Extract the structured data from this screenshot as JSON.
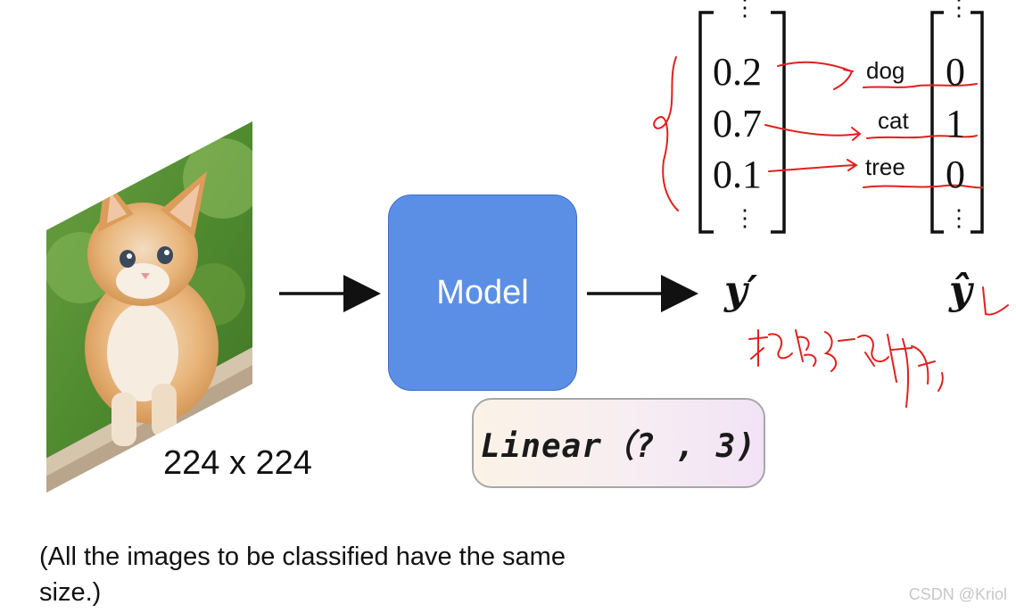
{
  "model": {
    "label": "Model"
  },
  "layer": {
    "label": "Linear（? , 3)"
  },
  "image": {
    "size_label": "224 x 224"
  },
  "note": "(All the images to be classified have the same size.)",
  "output_vector": {
    "symbol": "y′",
    "values": [
      "0.2",
      "0.7",
      "0.1"
    ]
  },
  "target_vector": {
    "symbol": "ŷ",
    "values": [
      "0",
      "1",
      "0"
    ]
  },
  "classes": [
    "dog",
    "cat",
    "tree"
  ],
  "handwriting": {
    "text": "概率分布,",
    "color": "#e02020"
  },
  "watermark": "CSDN @Kriol",
  "colors": {
    "model_fill": "#5b8fe6",
    "ink": "#111111",
    "annotation": "#e02020"
  }
}
